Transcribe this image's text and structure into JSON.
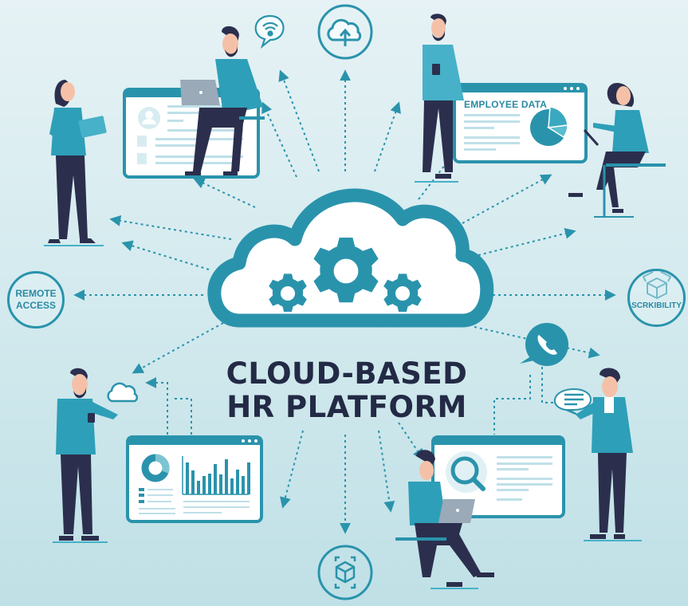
{
  "title": {
    "line1": "CLOUD-BASED",
    "line2": "HR PLATFORM"
  },
  "feature_circles": {
    "remote_access": {
      "line1": "REMOTE",
      "line2": "ACCESS",
      "icon": "text-only"
    },
    "scalability": {
      "label": "SCRKIBILITY",
      "icon": "open-box-icon"
    },
    "upload": {
      "icon": "cloud-upload-icon"
    },
    "integration": {
      "icon": "3d-cube-scan-icon"
    }
  },
  "panels": {
    "employee_data": {
      "title": "EMPLOYEE DATA",
      "widget": "pie-chart"
    },
    "profile_list": {
      "widget": "profile-list"
    },
    "analytics": {
      "widget": "donut-and-bar-chart"
    },
    "search": {
      "widget": "magnifier-search"
    }
  },
  "center": {
    "icon": "cloud-gears-icon"
  },
  "floating_icons": [
    "wifi-speech-bubble-icon",
    "phone-speech-bubble-icon",
    "chat-bubble-icon",
    "small-cloud-icon"
  ],
  "colors": {
    "accent": "#2a93ac",
    "accent_light": "#7cc4d4",
    "shirt": "#2e9fb8",
    "pants": "#2b2f4d",
    "title": "#232a45",
    "background_top": "#e6f2f5",
    "background_bottom": "#bfe0e6"
  }
}
